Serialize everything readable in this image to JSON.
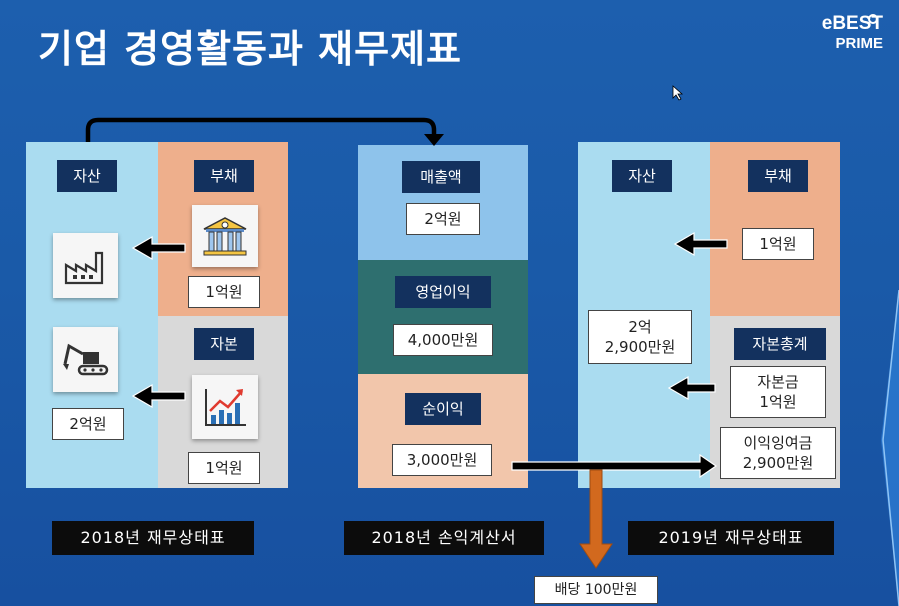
{
  "title": "기업 경영활동과 재무제표",
  "logo": {
    "line1": "eBEST",
    "line2": "PRIME"
  },
  "bs2018": {
    "asset_header": "자산",
    "liability_header": "부채",
    "equity_header": "자본",
    "asset_value": "2억원",
    "liability_value": "1억원",
    "equity_value": "1억원",
    "label": "2018년 재무상태표"
  },
  "income2018": {
    "sales_header": "매출액",
    "sales_value": "2억원",
    "op_header": "영업이익",
    "op_value": "4,000만원",
    "net_header": "순이익",
    "net_value": "3,000만원",
    "label": "2018년 손익계산서"
  },
  "bs2019": {
    "asset_header": "자산",
    "liability_header": "부채",
    "liability_value": "1억원",
    "asset_value_line1": "2억",
    "asset_value_line2": "2,900만원",
    "equity_header": "자본총계",
    "capital_line1": "자본금",
    "capital_line2": "1억원",
    "retained_line1": "이익잉여금",
    "retained_line2": "2,900만원",
    "label": "2019년 재무상태표"
  },
  "dividend": "배당 100만원",
  "icons": [
    "factory-icon",
    "excavator-icon",
    "bank-building-icon",
    "growth-chart-icon",
    "mouse-cursor-icon"
  ],
  "colors": {
    "background": "#1a5aa8",
    "asset_panel": "#aadcf0",
    "liability_panel": "#eeaf8c",
    "equity_panel": "#d9d9d9",
    "sales_panel": "#8ec3eb",
    "operating_panel": "#2e6f6f",
    "net_panel": "#f2c6ab",
    "header_box": "#13315e",
    "dividend_arrow": "#d2691e"
  }
}
